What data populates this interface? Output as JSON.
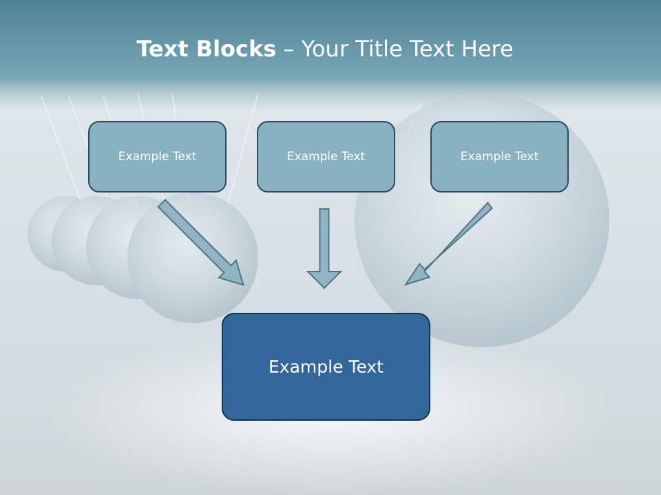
{
  "slide": {
    "title_bold": "Text Blocks",
    "title_dash": " – ",
    "title_rest": "Your Title Text Here"
  },
  "diagram": {
    "top_boxes": [
      "Example Text",
      "Example Text",
      "Example Text"
    ],
    "bottom_box": "Example Text"
  },
  "colors": {
    "header_band": "#6f9fae",
    "top_box_fill": "#88b1c1",
    "bottom_box_fill": "#336699",
    "arrow_fill": "#8fb4c2",
    "arrow_stroke": "#4f7585"
  }
}
